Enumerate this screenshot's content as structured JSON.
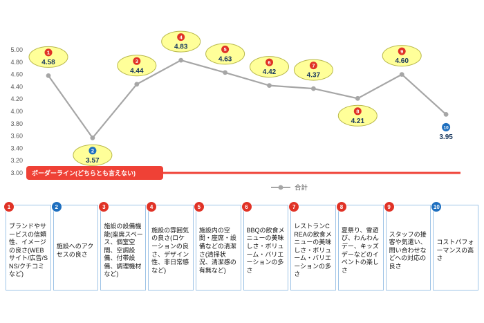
{
  "chart_data": {
    "type": "line",
    "title": "",
    "legend": {
      "label": "合計",
      "position": "bottom"
    },
    "ylim": [
      3.0,
      5.0
    ],
    "yticks": [
      5.0,
      4.8,
      4.6,
      4.4,
      4.2,
      4.0,
      3.8,
      3.6,
      3.4,
      3.2,
      3.0
    ],
    "ytick_labels": [
      "5.00",
      "4.80",
      "4.60",
      "4.40",
      "4.20",
      "4.00",
      "3.80",
      "3.60",
      "3.40",
      "3.20",
      "3.00"
    ],
    "grid": false,
    "borderline": {
      "value": 3.0,
      "label": "ボーダーライン(どちらとも言えない)",
      "color": "#ef4136"
    },
    "series": [
      {
        "name": "合計",
        "color": "#a6a6a6",
        "values": [
          4.58,
          3.57,
          4.44,
          4.83,
          4.63,
          4.42,
          4.37,
          4.21,
          4.6,
          3.95
        ]
      }
    ],
    "points": [
      {
        "n": "1",
        "value": "4.58",
        "badge_color": "#e03226",
        "highlighted": true
      },
      {
        "n": "2",
        "value": "3.57",
        "badge_color": "#1e6fbf",
        "highlighted": true
      },
      {
        "n": "3",
        "value": "4.44",
        "badge_color": "#e03226",
        "highlighted": true
      },
      {
        "n": "4",
        "value": "4.83",
        "badge_color": "#e03226",
        "highlighted": true
      },
      {
        "n": "5",
        "value": "4.63",
        "badge_color": "#e03226",
        "highlighted": true
      },
      {
        "n": "6",
        "value": "4.42",
        "badge_color": "#e03226",
        "highlighted": true
      },
      {
        "n": "7",
        "value": "4.37",
        "badge_color": "#e03226",
        "highlighted": true
      },
      {
        "n": "8",
        "value": "4.21",
        "badge_color": "#e03226",
        "highlighted": true
      },
      {
        "n": "9",
        "value": "4.60",
        "badge_color": "#e03226",
        "highlighted": true
      },
      {
        "n": "10",
        "value": "3.95",
        "badge_color": "#1e6fbf",
        "highlighted": false
      }
    ],
    "highlight_fill": "#ffff99",
    "highlight_stroke": "#b8b84a",
    "value_color": "#17375e"
  },
  "categories": [
    {
      "n": "1",
      "color": "#e03226",
      "label": "ブランドやサービスの信頼性、イメージの良さ(WEBサイト/広告/SNS/クチコミなど)"
    },
    {
      "n": "2",
      "color": "#1e6fbf",
      "label": "施設へのアクセスの良さ"
    },
    {
      "n": "3",
      "color": "#e03226",
      "label": "施設の設備機能(座席スペース、個室空間、空調設備、付帯設備、調理機材など)"
    },
    {
      "n": "4",
      "color": "#e03226",
      "label": "施設の雰囲気の良さ(ロケーションの良さ、デザイン性、非日常感など)"
    },
    {
      "n": "5",
      "color": "#e03226",
      "label": "施設内の空間・座席・設備などの清潔さ(清掃状況、清潔感の有無など)"
    },
    {
      "n": "6",
      "color": "#e03226",
      "label": "BBQの飲食メニューの美味しさ・ボリューム・バリエーションの多さ"
    },
    {
      "n": "7",
      "color": "#e03226",
      "label": "レストランCREAの飲食メニューの美味しさ・ボリューム・バリエーションの多さ"
    },
    {
      "n": "8",
      "color": "#e03226",
      "label": "夏祭り、雪遊び、わんわんデー、キッズデーなどのイベントの楽しさ"
    },
    {
      "n": "9",
      "color": "#e03226",
      "label": "スタッフの接客や気遣い、問い合わせなどへの対応の良さ"
    },
    {
      "n": "10",
      "color": "#1e6fbf",
      "label": "コストパフォーマンスの高さ"
    }
  ]
}
